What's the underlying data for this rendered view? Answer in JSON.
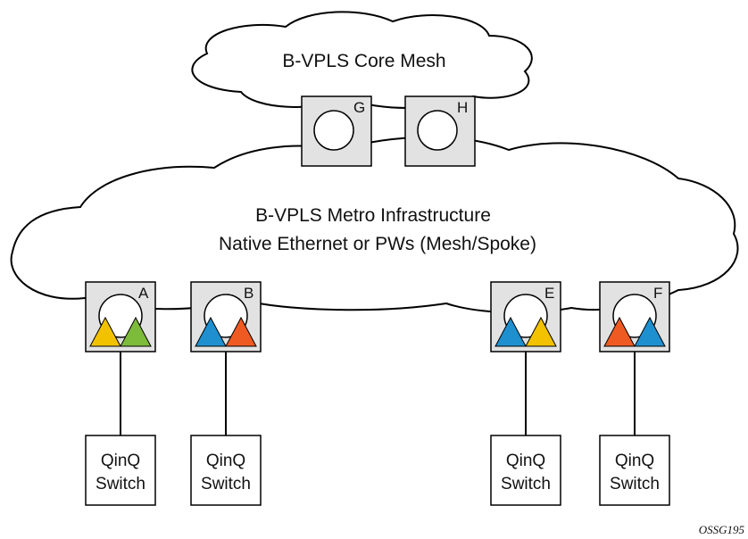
{
  "core_cloud": {
    "label": "B-VPLS Core Mesh"
  },
  "metro_cloud": {
    "line1": "B-VPLS Metro Infrastructure",
    "line2": "Native Ethernet or PWs (Mesh/Spoke)"
  },
  "core_nodes": [
    {
      "id": "G"
    },
    {
      "id": "H"
    }
  ],
  "edge_nodes": [
    {
      "id": "A",
      "triangles": [
        "yellow",
        "green"
      ]
    },
    {
      "id": "B",
      "triangles": [
        "blue",
        "orange"
      ]
    },
    {
      "id": "E",
      "triangles": [
        "blue",
        "yellow"
      ]
    },
    {
      "id": "F",
      "triangles": [
        "orange",
        "blue"
      ]
    }
  ],
  "switches": [
    {
      "line1": "QinQ",
      "line2": "Switch"
    },
    {
      "line1": "QinQ",
      "line2": "Switch"
    },
    {
      "line1": "QinQ",
      "line2": "Switch"
    },
    {
      "line1": "QinQ",
      "line2": "Switch"
    }
  ],
  "figure_id": "OSSG195",
  "colors": {
    "node_fill": "#e2e2e2",
    "yellow": "#f2c200",
    "green": "#7dbb3a",
    "blue": "#1e8fcf",
    "orange": "#ef5a23",
    "line": "#000000"
  }
}
